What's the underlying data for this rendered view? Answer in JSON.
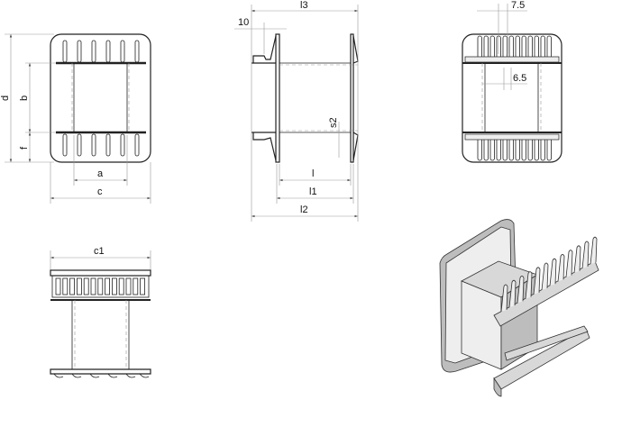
{
  "drawing": {
    "front_view": {
      "dims": {
        "d": "d",
        "b": "b",
        "f": "f",
        "a": "a",
        "c": "c"
      }
    },
    "side_view": {
      "dims": {
        "l3": "l3",
        "ten": "10",
        "l": "l",
        "l1": "l1",
        "l2": "l2",
        "s2": "s2"
      }
    },
    "top_view": {
      "dims": {
        "pitch": "7.5",
        "inner": "6.5"
      }
    },
    "bottom_view": {
      "dims": {
        "c1": "c1"
      }
    },
    "isometric_view": {}
  }
}
